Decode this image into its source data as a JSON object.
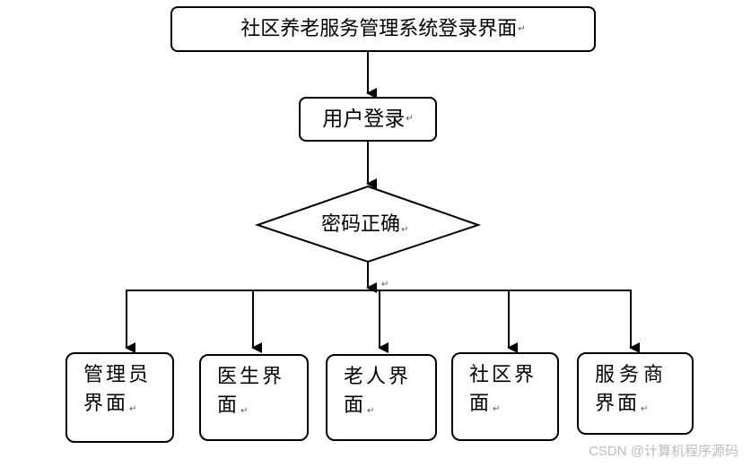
{
  "diagram": {
    "title_box": "社区养老服务管理系统登录界面",
    "login_box": "用户登录",
    "decision": "密码正确",
    "end_mark": "↵",
    "targets": [
      {
        "line1": "管理员",
        "line2": "界面"
      },
      {
        "line1": "医生界",
        "line2": "面"
      },
      {
        "line1": "老人界",
        "line2": "面"
      },
      {
        "line1": "社区界",
        "line2": "面"
      },
      {
        "line1": "服务商",
        "line2": "界面"
      }
    ]
  },
  "watermark": "CSDN @计算机程序源码"
}
